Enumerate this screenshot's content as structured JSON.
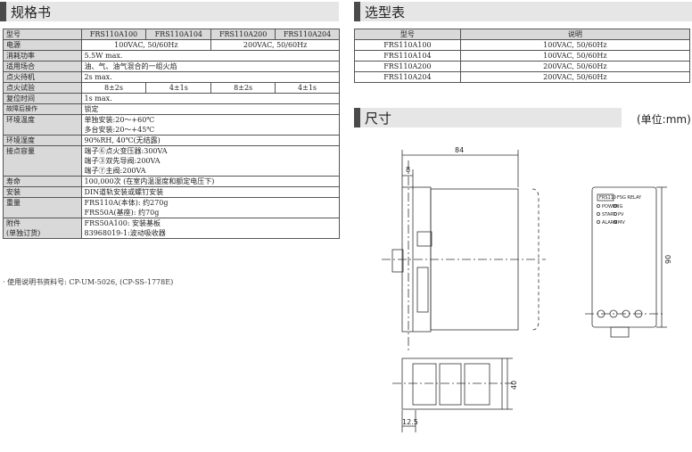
{
  "spec": {
    "title": "规格书",
    "header": [
      "型号",
      "FRS110A100",
      "FRS110A104",
      "FRS110A200",
      "FRS110A204"
    ],
    "power": {
      "label": "电源",
      "v1": "100VAC, 50/60Hz",
      "v2": "200VAC, 50/60Hz"
    },
    "consumption": {
      "label": "消耗功率",
      "value": "5.5W max."
    },
    "application": {
      "label": "适用场合",
      "value": "油、气、油气混合的一组火焰"
    },
    "standby": {
      "label": "点火待机",
      "value": "2s max."
    },
    "trial": {
      "label": "点火试验",
      "values": [
        "8±2s",
        "4±1s",
        "8±2s",
        "4±1s"
      ]
    },
    "reset": {
      "label": "复位时间",
      "value": "1s max."
    },
    "fault": {
      "label": "故障后操作",
      "value": "锁定"
    },
    "temperature": {
      "label": "环境温度",
      "lines": [
        "单独安装:20～+60℃",
        "多台安装:20～+45℃"
      ]
    },
    "humidity": {
      "label": "环境湿度",
      "value": "90%RH, 40℃(无结露)"
    },
    "contact": {
      "label": "接点容量",
      "lines": [
        "端子⑥点火变压器:300VA",
        "端子③双先导阀:200VA",
        "端子⑦主阀:200VA"
      ]
    },
    "life": {
      "label": "寿命",
      "value": "100,000次 (在室内温湿度和额定电压下)"
    },
    "mounting": {
      "label": "安装",
      "value": "DIN道轨安装或螺钉安装"
    },
    "weight": {
      "label": "重量",
      "lines": [
        "FRS110A(本体): 约270g",
        "FRS50A(基座): 约70g"
      ]
    },
    "accessory": {
      "label1": "附件",
      "label2": "(单独订货)",
      "lines": [
        "FRS50A100: 安装基板",
        "83968019-1:波动吸收器"
      ]
    },
    "footnote": "· 使用说明书资料号: CP-UM-5026, (CP-SS-1778E)"
  },
  "selection": {
    "title": "选型表",
    "col_model": "型号",
    "col_desc": "说明",
    "rows": [
      {
        "model": "FRS110A100",
        "desc": "100VAC, 50/60Hz"
      },
      {
        "model": "FRS110A104",
        "desc": "100VAC, 50/60Hz"
      },
      {
        "model": "FRS110A200",
        "desc": "200VAC, 50/60Hz"
      },
      {
        "model": "FRS110A204",
        "desc": "200VAC, 50/60Hz"
      }
    ]
  },
  "dimensions": {
    "title": "尺寸",
    "unit": "(单位:mm)",
    "dim_84": "84",
    "dim_8": "8",
    "dim_90": "90",
    "dim_40": "40",
    "dim_12_5": "12.5",
    "front_badge": "FRS110",
    "front_title": "FSG RELAY",
    "led_power": "POWER",
    "led_ig": "IG",
    "led_start": "START",
    "led_pv": "PV",
    "led_alarm": "ALARM",
    "led_mv": "MV"
  }
}
